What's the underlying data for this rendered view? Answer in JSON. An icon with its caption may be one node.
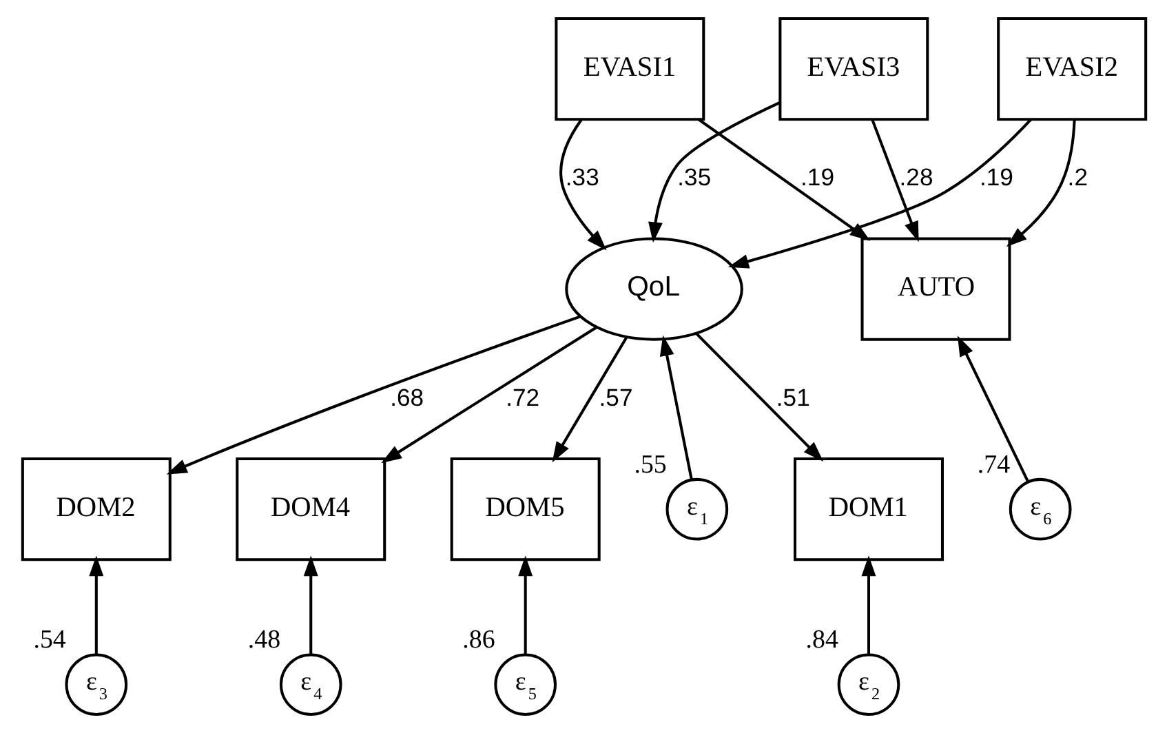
{
  "diagram": {
    "nodes": [
      {
        "text": [
          "EVASI1"
        ]
      },
      {
        "text": [
          "EVASI2"
        ]
      },
      {
        "text": [
          "EVASI3"
        ]
      },
      {
        "text": [
          "AUTO"
        ]
      },
      {
        "text": [
          "ε$_{6}$"
        ],
        "beside": [
          ".74"
        ]
      },
      {
        "text": [
          "QoL"
        ]
      },
      {
        "text": [
          "ε$_{1}$"
        ],
        "beside": [
          ".55"
        ]
      },
      {
        "text": [
          "DOM1"
        ]
      },
      {
        "text": [
          "DOM2"
        ]
      },
      {
        "text": [
          "DOM4"
        ]
      },
      {
        "text": [
          "DOM5"
        ]
      },
      {
        "text": [
          "ε$_{2}$"
        ],
        "beside": [
          ".84"
        ]
      },
      {
        "text": [
          "ε$_{3}$"
        ],
        "beside": [
          ".54"
        ]
      },
      {
        "text": [
          "ε$_{4}$"
        ],
        "beside": [
          ".48"
        ]
      },
      {
        "text": [
          "ε$_{5}$"
        ],
        "beside": [
          ".86"
        ]
      }
    ],
    "edges": [
      {
        "from": 0,
        "to": 3,
        "arrow": "to",
        "label": ".19"
      },
      {
        "from": 1,
        "to": 3,
        "arrow": "to",
        "label": ".2"
      },
      {
        "from": 2,
        "to": 3,
        "arrow": "to",
        "label": ".28"
      },
      {
        "from": 0,
        "to": 5,
        "arrow": "to",
        "label": ".33"
      },
      {
        "from": 1,
        "to": 5,
        "arrow": "to",
        "label": ".19"
      },
      {
        "from": 2,
        "to": 5,
        "arrow": "to",
        "label": ".35"
      },
      {
        "from": 4,
        "to": 3,
        "arrow": "to"
      },
      {
        "from": 6,
        "to": 5,
        "arrow": "to"
      },
      {
        "from": 5,
        "to": 7,
        "arrow": "to",
        "label": ".51"
      },
      {
        "from": 5,
        "to": 8,
        "arrow": "to",
        "label": ".68"
      },
      {
        "from": 5,
        "to": 9,
        "arrow": "to",
        "label": ".72"
      },
      {
        "from": 5,
        "to": 10,
        "arrow": "to",
        "label": ".57"
      },
      {
        "from": 11,
        "to": 7,
        "arrow": "to"
      },
      {
        "from": 12,
        "to": 8,
        "arrow": "to"
      },
      {
        "from": 13,
        "to": 9,
        "arrow": "to"
      },
      {
        "from": 14,
        "to": 10,
        "arrow": "to"
      }
    ]
  }
}
